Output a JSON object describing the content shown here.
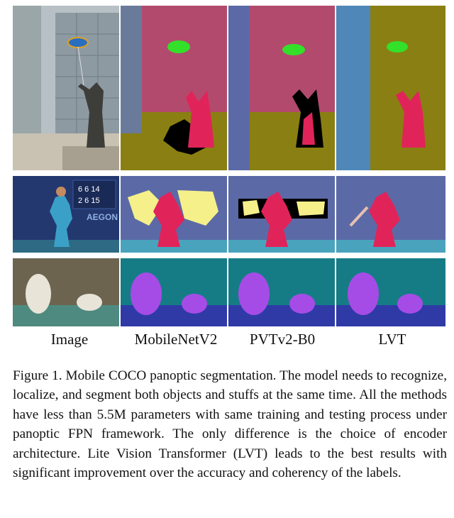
{
  "figure": {
    "column_labels": {
      "image": "Image",
      "mobilenet": "MobileNetV2",
      "pvt": "PVTv2-B0",
      "lvt": "LVT"
    },
    "caption": "Figure 1. Mobile COCO panoptic segmentation. The model needs to recognize, localize, and segment both objects and stuffs at the same time. All the methods have less than 5.5M parameters with same training and testing process under panoptic FPN framework. The only difference is the choice of encoder architecture. Lite Vision Transformer (LVT) leads to the best results with significant improvement over the accuracy and coherency of the labels.",
    "scoreboard": {
      "row1": "6 6 14",
      "row2": "2 6 15",
      "sponsor": "AEGON"
    }
  }
}
